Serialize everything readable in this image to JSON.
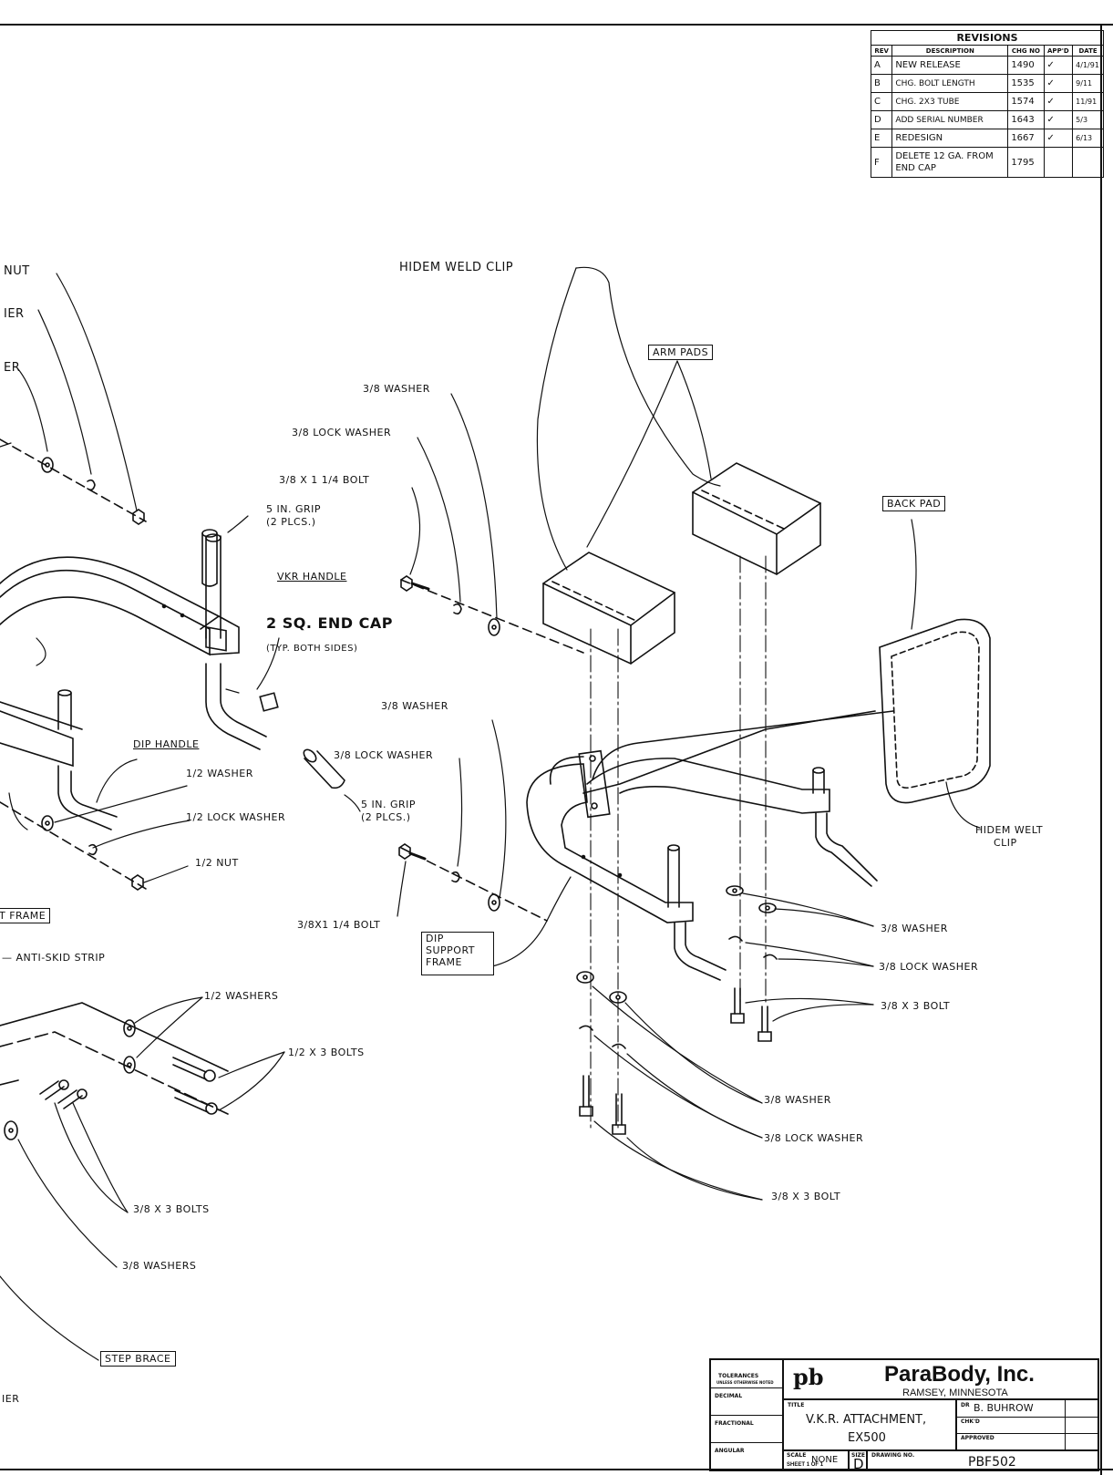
{
  "revisions": {
    "title": "REVISIONS",
    "headers": [
      "REV",
      "DESCRIPTION",
      "CHG NO",
      "APP'D",
      "DATE"
    ],
    "rows": [
      {
        "rev": "A",
        "desc": "NEW RELEASE",
        "chg": "1490",
        "date": "4/1/91"
      },
      {
        "rev": "B",
        "desc": "CHG. BOLT LENGTH",
        "chg": "1535",
        "date": "9/11"
      },
      {
        "rev": "C",
        "desc": "CHG. 2X3 TUBE",
        "chg": "1574",
        "date": "11/91"
      },
      {
        "rev": "D",
        "desc": "ADD SERIAL NUMBER",
        "chg": "1643",
        "date": "5/3"
      },
      {
        "rev": "E",
        "desc": "REDESIGN",
        "chg": "1667",
        "date": "6/13"
      },
      {
        "rev": "F",
        "desc": "DELETE 12 GA. FROM END CAP",
        "chg": "1795",
        "date": ""
      }
    ]
  },
  "labels": {
    "nut": "NUT",
    "ier": "IER",
    "er": "ER",
    "hidem_weld_clip": "HIDEM WELD CLIP",
    "arm_pads": "ARM PADS",
    "washer_38_a": "3/8 WASHER",
    "lock_washer_38_a": "3/8 LOCK WASHER",
    "bolt_38x114_a": "3/8 X 1 1/4 BOLT",
    "grip_5in_a": "5 IN. GRIP",
    "grip_5in_a_note": "(2 PLCS.)",
    "vkr_handle": "VKR HANDLE",
    "end_cap": "2 SQ. END CAP",
    "end_cap_note": "(TYP. BOTH SIDES)",
    "back_pad": "BACK PAD",
    "washer_38_b": "3/8 WASHER",
    "lock_washer_38_b": "3/8 LOCK WASHER",
    "dip_handle": "DIP HANDLE",
    "washer_12": "1/2 WASHER",
    "lock_washer_12": "1/2 LOCK WASHER",
    "nut_12": "1/2 NUT",
    "grip_5in_b": "5 IN. GRIP",
    "grip_5in_b_note": "(2 PLCS.)",
    "hidem_welt_clip": "HIDEM WELT",
    "hidem_welt_clip2": "CLIP",
    "bolt_38x114_b": "3/8X1 1/4 BOLT",
    "t_frame": "T FRAME",
    "dip_support_frame_1": "DIP",
    "dip_support_frame_2": "SUPPORT",
    "dip_support_frame_3": "FRAME",
    "anti_skid": "— ANTI-SKID STRIP",
    "washer_38_c": "3/8 WASHER",
    "lock_washer_38_c": "3/8 LOCK WASHER",
    "bolt_38x3_c": "3/8 X 3 BOLT",
    "washers_12": "1/2 WASHERS",
    "bolts_12x3": "1/2 X 3 BOLTS",
    "washer_38_d": "3/8 WASHER",
    "lock_washer_38_d": "3/8 LOCK WASHER",
    "bolt_38x3_d": "3/8 X 3 BOLT",
    "bolts_38x3": "3/8 X 3 BOLTS",
    "washers_38": "3/8 WASHERS",
    "step_brace": "STEP BRACE",
    "ier_bottom": "IER"
  },
  "title_block": {
    "company": "ParaBody, Inc.",
    "location": "RAMSEY, MINNESOTA",
    "logo": "pb",
    "title_label": "TITLE",
    "title_line1": "V.K.R. ATTACHMENT,",
    "title_line2": "EX500",
    "drawn_label": "DR",
    "drawn_by": "B. BUHROW",
    "checked_label": "CHK'D",
    "approved_label": "APPROVED",
    "scale_label": "SCALE",
    "scale": "NONE",
    "size_label": "SIZE",
    "size": "D",
    "drawing_no_label": "DRAWING NO.",
    "drawing_no": "PBF502",
    "sheet_label": "SHEET",
    "sheet": "1",
    "of_label": "OF",
    "sheets": "1",
    "tolerances": "TOLERANCES",
    "tolerances_note": "UNLESS OTHERWISE NOTED",
    "decimal": "DECIMAL",
    "fractional": "FRACTIONAL",
    "angular": "ANGULAR"
  }
}
